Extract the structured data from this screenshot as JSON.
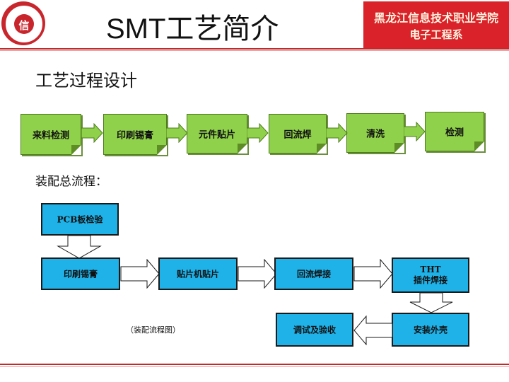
{
  "header": {
    "title": "SMT工艺简介",
    "college_line1": "黑龙江信息技术职业学院",
    "college_line2": "电子工程系",
    "logo_glyph": "信",
    "brand_color": "#d9222a"
  },
  "section1": {
    "heading": "工艺过程设计",
    "steps": [
      "来料检测",
      "印刷锡膏",
      "元件贴片",
      "回流焊",
      "清洗",
      "检测"
    ],
    "box_color": "#8fd14a"
  },
  "section2": {
    "heading": "装配总流程：",
    "nodes": {
      "pcb_check": "PCB板检验",
      "print_paste": "印刷锡膏",
      "placement": "贴片机贴片",
      "reflow": "回流焊接",
      "tht_line1": "THT",
      "tht_line2": "插件焊接",
      "assemble": "安装外壳",
      "debug": "调试及验收"
    },
    "caption": "（装配流程图）",
    "box_color": "#1fb2e8"
  }
}
